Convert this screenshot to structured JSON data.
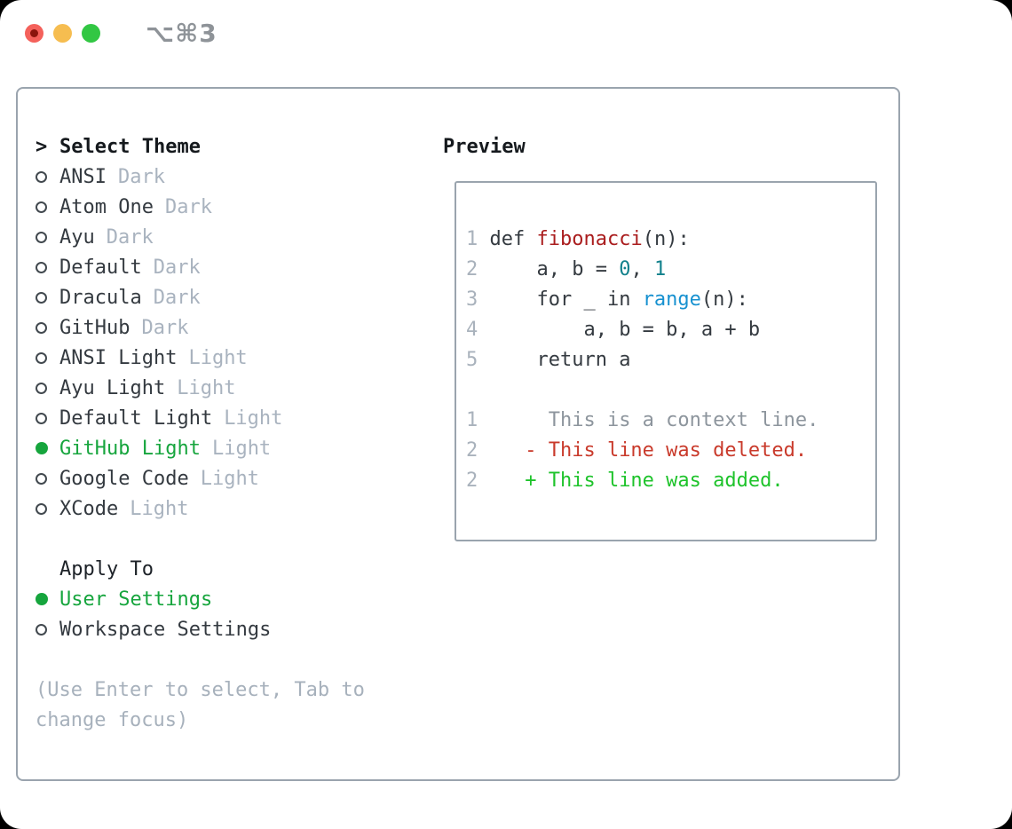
{
  "titlebar": {
    "title": "⌥⌘3"
  },
  "theme_section": {
    "cursor": ">",
    "title": "Select Theme",
    "items": [
      {
        "name": "ANSI",
        "variant": "Dark",
        "selected": false
      },
      {
        "name": "Atom One",
        "variant": "Dark",
        "selected": false
      },
      {
        "name": "Ayu",
        "variant": "Dark",
        "selected": false
      },
      {
        "name": "Default",
        "variant": "Dark",
        "selected": false
      },
      {
        "name": "Dracula",
        "variant": "Dark",
        "selected": false
      },
      {
        "name": "GitHub",
        "variant": "Dark",
        "selected": false
      },
      {
        "name": "ANSI Light",
        "variant": "Light",
        "selected": false
      },
      {
        "name": "Ayu Light",
        "variant": "Light",
        "selected": false
      },
      {
        "name": "Default Light",
        "variant": "Light",
        "selected": false
      },
      {
        "name": "GitHub Light",
        "variant": "Light",
        "selected": true
      },
      {
        "name": "Google Code",
        "variant": "Light",
        "selected": false
      },
      {
        "name": "XCode",
        "variant": "Light",
        "selected": false
      }
    ]
  },
  "apply_section": {
    "title": "Apply To",
    "items": [
      {
        "name": "User Settings",
        "selected": true
      },
      {
        "name": "Workspace Settings",
        "selected": false
      }
    ]
  },
  "hint": {
    "line1": "(Use Enter to select, Tab to",
    "line2": "change focus)"
  },
  "preview": {
    "title": "Preview",
    "lines": [
      [
        {
          "t": "1",
          "c": "linenum"
        },
        {
          "t": " def ",
          "c": "code"
        },
        {
          "t": "fibonacci",
          "c": "func"
        },
        {
          "t": "(n):",
          "c": "code"
        }
      ],
      [
        {
          "t": "2",
          "c": "linenum"
        },
        {
          "t": "     a, b = ",
          "c": "code"
        },
        {
          "t": "0",
          "c": "number"
        },
        {
          "t": ", ",
          "c": "code"
        },
        {
          "t": "1",
          "c": "number"
        }
      ],
      [
        {
          "t": "3",
          "c": "linenum"
        },
        {
          "t": "     for _ in ",
          "c": "code"
        },
        {
          "t": "range",
          "c": "builtin"
        },
        {
          "t": "(n):",
          "c": "code"
        }
      ],
      [
        {
          "t": "4",
          "c": "linenum"
        },
        {
          "t": "         a, b = b, a + b",
          "c": "code"
        }
      ],
      [
        {
          "t": "5",
          "c": "linenum"
        },
        {
          "t": "     return a",
          "c": "code"
        }
      ],
      [],
      [
        {
          "t": "1",
          "c": "linenum"
        },
        {
          "t": "      This is a context line.",
          "c": "context"
        }
      ],
      [
        {
          "t": "2",
          "c": "linenum"
        },
        {
          "t": "    - This line was deleted.",
          "c": "deleted"
        }
      ],
      [
        {
          "t": "2",
          "c": "linenum"
        },
        {
          "t": "    + This line was added.",
          "c": "added"
        }
      ]
    ]
  },
  "palette": {
    "code": "#343a40",
    "linenum": "#a9b2bc",
    "func": "#aa1d1e",
    "number": "#12818c",
    "builtin": "#1791d0",
    "context": "#8d959d",
    "deleted": "#c93a2b",
    "added": "#1ec32b",
    "selected_green": "#16a53d",
    "muted": "#a9b3bf",
    "dark_text": "#343a40",
    "panel_border": "#9aa4ae",
    "title_gray": "#8e9398",
    "traffic_red": "#f4615b",
    "traffic_red_dot": "#8a150d",
    "traffic_yellow": "#f6bd50",
    "traffic_green": "#32c743"
  }
}
